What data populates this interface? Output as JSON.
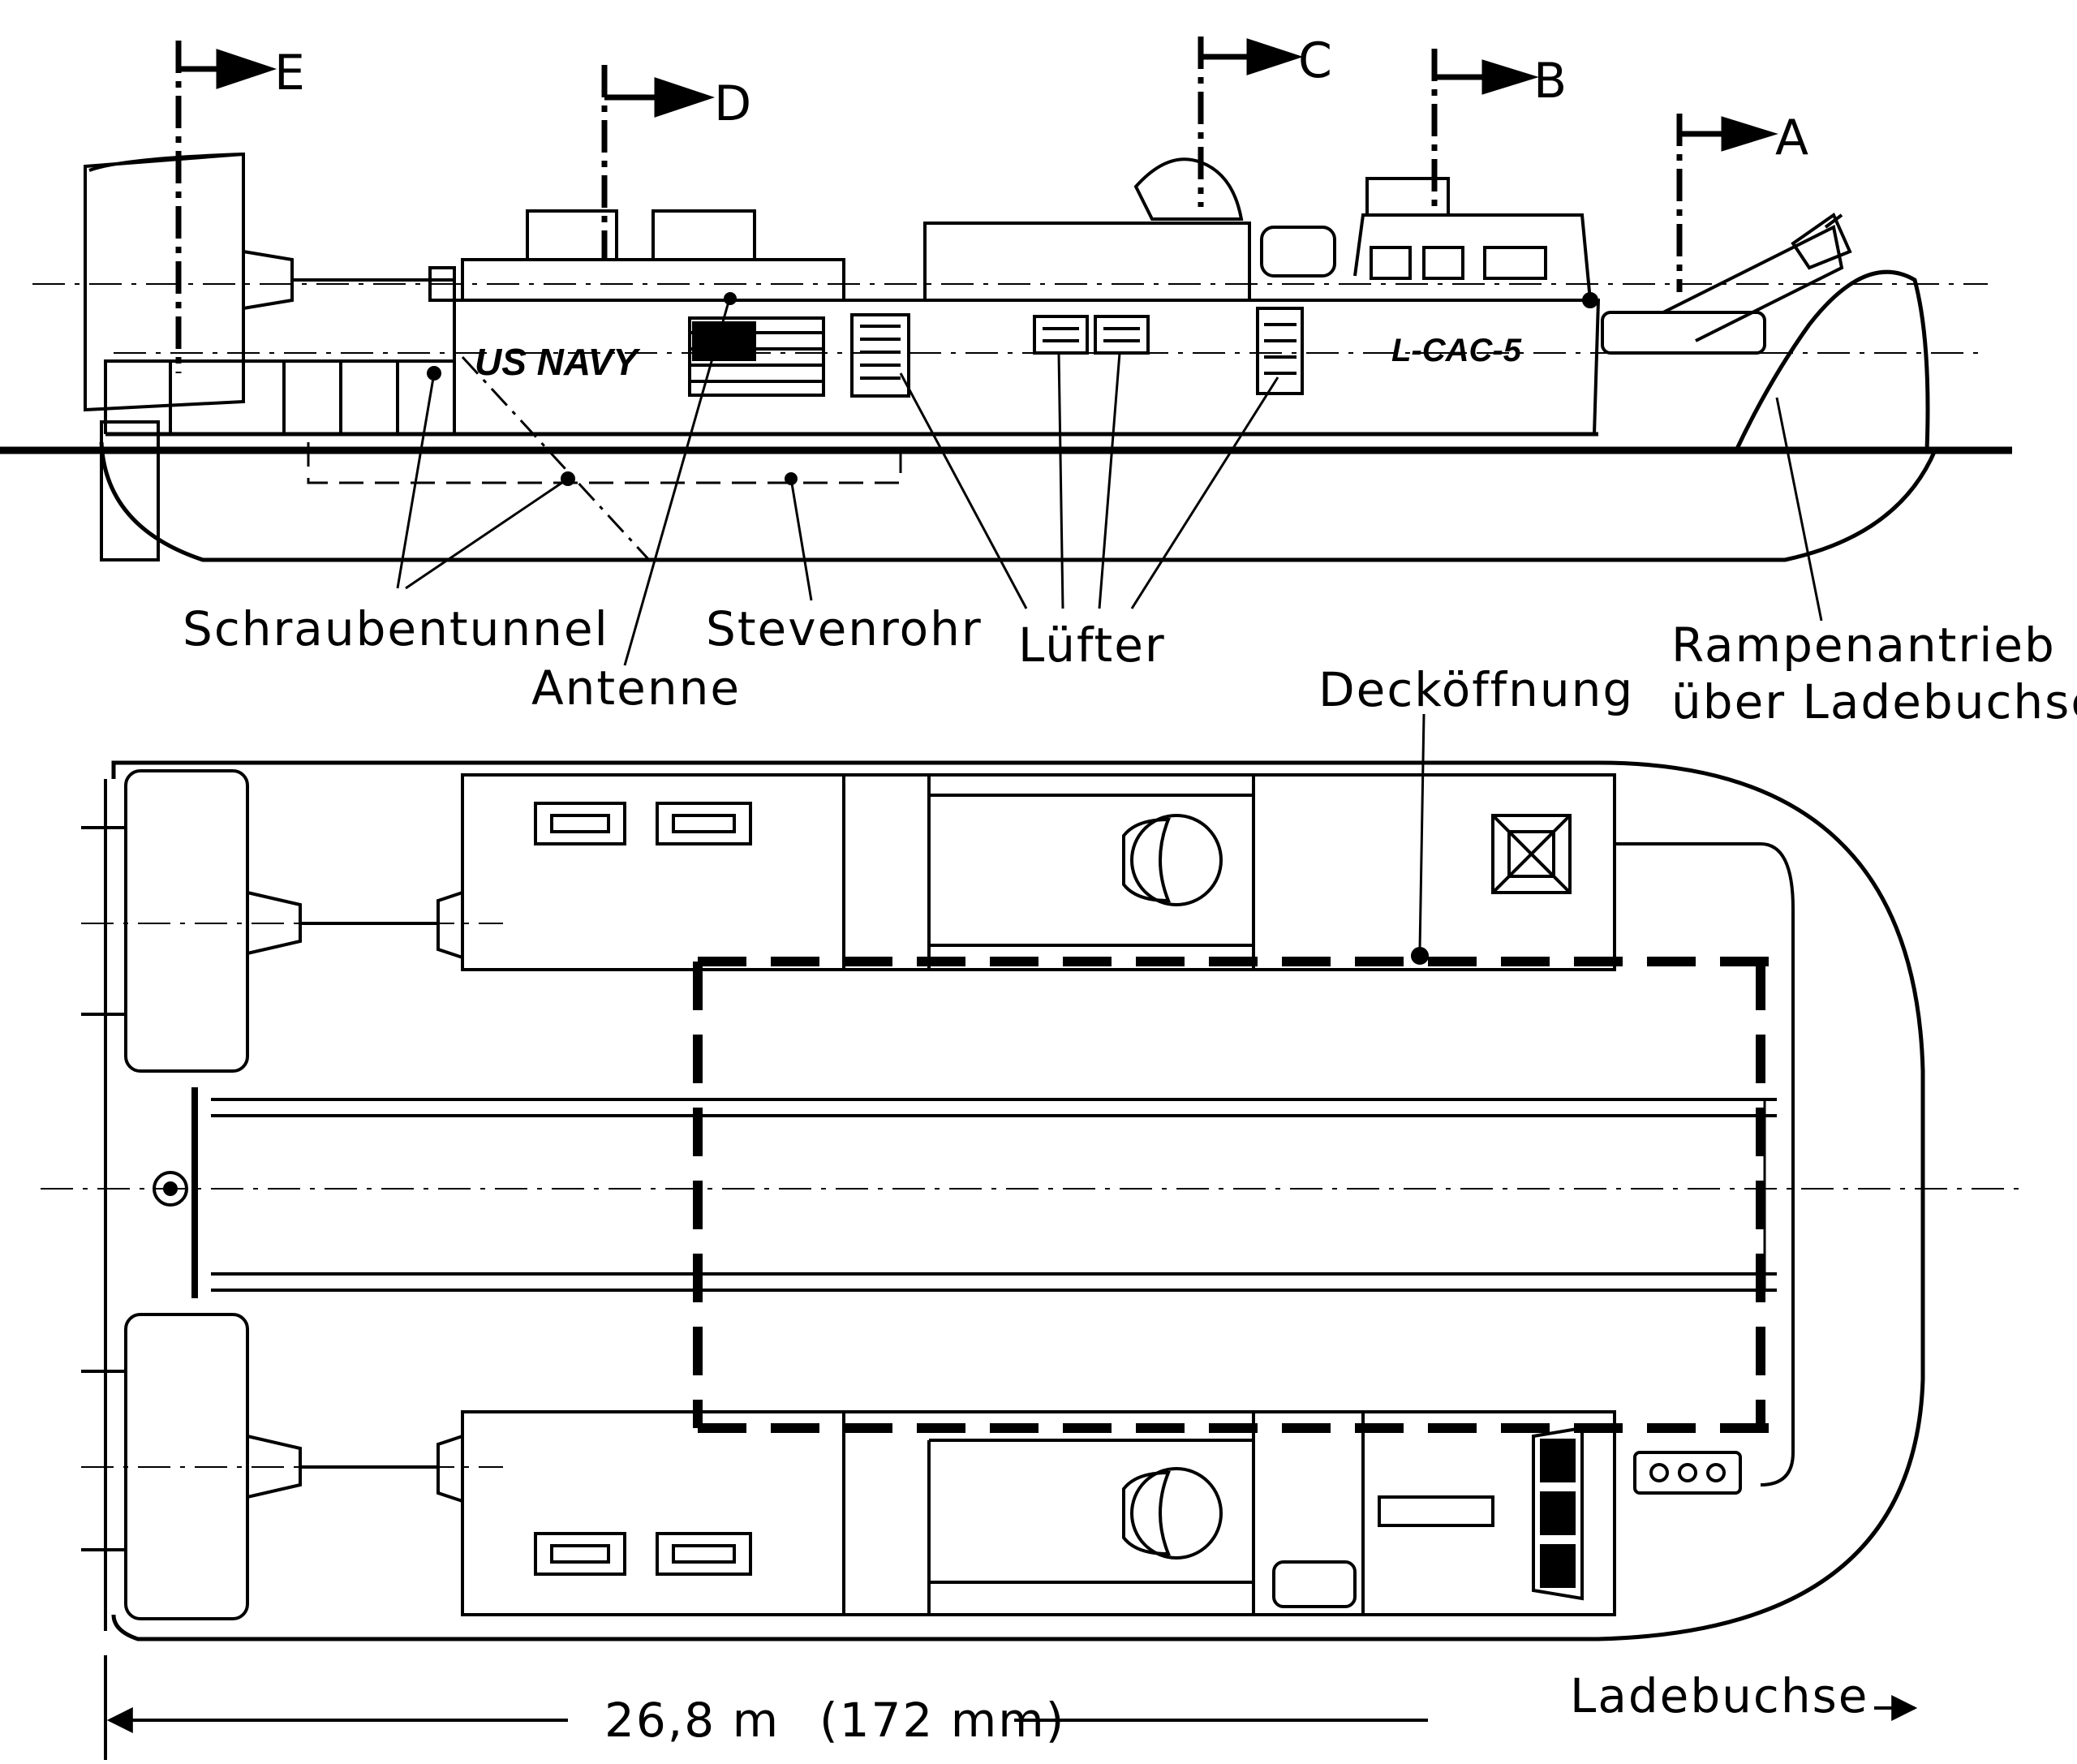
{
  "diagram": {
    "section_markers": [
      "A",
      "B",
      "C",
      "D",
      "E"
    ],
    "hull_marking": "US NAVY",
    "hull_number": "L-CAC-5",
    "labels": {
      "propeller_tunnel": "Schraubentunnel",
      "antenna": "Antenne",
      "stern_tube": "Stevenrohr",
      "fans": "Lüfter",
      "ramp_drive_line1": "Rampenantrieb",
      "ramp_drive_line2": "über Ladebuchse",
      "deck_opening": "Decköffnung",
      "charging_socket": "Ladebuchse"
    },
    "dimension": {
      "length": "26,8 m",
      "scale_length": "(172 mm)"
    },
    "colors": {
      "ink": "#000000",
      "paper": "#ffffff"
    }
  }
}
